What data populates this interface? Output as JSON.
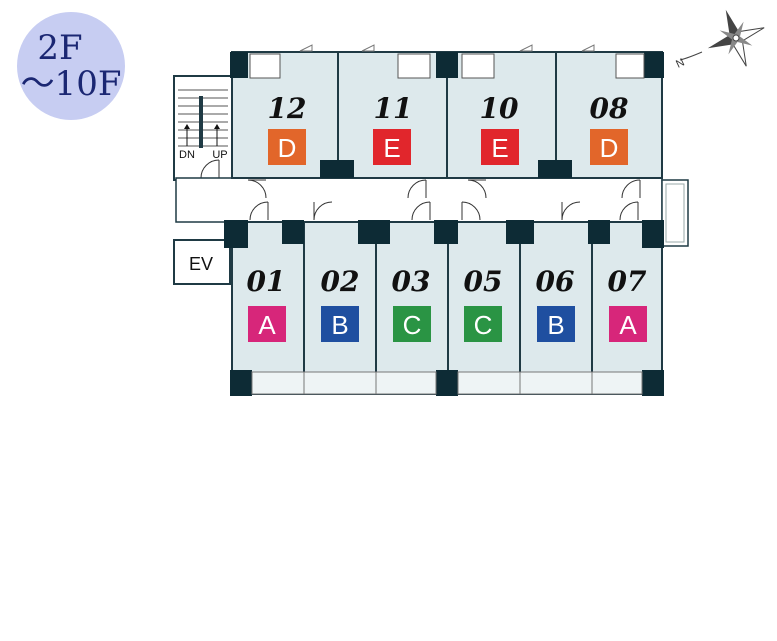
{
  "floor": {
    "line1": "2F",
    "line2": "〜10F",
    "color": "#c7cdf2"
  },
  "labels": {
    "down": "DN",
    "up": "UP",
    "elevator": "EV"
  },
  "colors": {
    "A": "#d7267a",
    "B": "#1f4fa0",
    "C": "#2a9444",
    "D": "#e2662a",
    "E": "#e1262c",
    "room": "#dde9ec",
    "wall": "#1f3a44",
    "pillar": "#0d2b35"
  },
  "units_north": [
    {
      "number": "12",
      "type": "D"
    },
    {
      "number": "11",
      "type": "E"
    },
    {
      "number": "10",
      "type": "E"
    },
    {
      "number": "08",
      "type": "D"
    }
  ],
  "units_south": [
    {
      "number": "01",
      "type": "A"
    },
    {
      "number": "02",
      "type": "B"
    },
    {
      "number": "03",
      "type": "C"
    },
    {
      "number": "05",
      "type": "C"
    },
    {
      "number": "06",
      "type": "B"
    },
    {
      "number": "07",
      "type": "A"
    }
  ],
  "compass": {
    "icon": "compass-star-icon",
    "direction": "N"
  }
}
